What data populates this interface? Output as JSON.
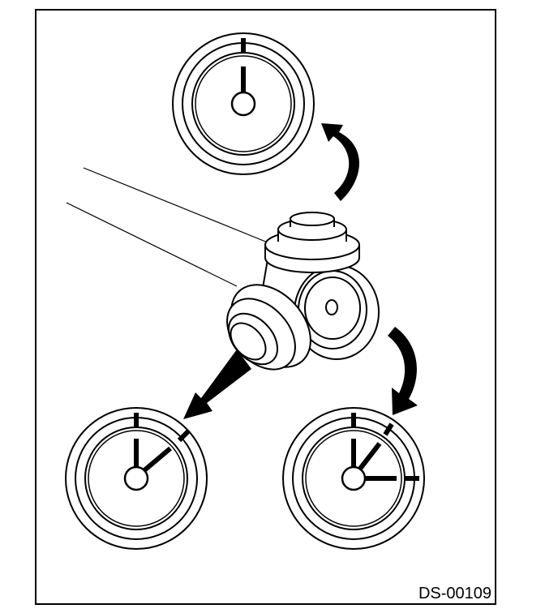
{
  "figure": {
    "code": "DS-00109",
    "dials": [
      {
        "name": "dial-top",
        "marks": 1
      },
      {
        "name": "dial-bottom-left",
        "marks": 2
      },
      {
        "name": "dial-bottom-right",
        "marks": 3
      }
    ],
    "arrows": [
      "arrow-top",
      "arrow-left",
      "arrow-right"
    ],
    "part": "tripod-joint"
  }
}
